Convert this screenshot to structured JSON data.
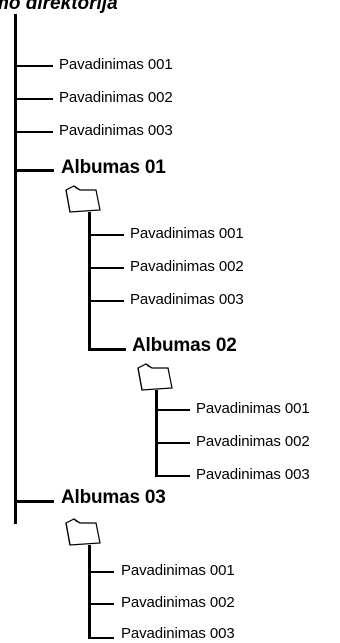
{
  "root": {
    "title": "mo direktorija",
    "icon": "root-folder"
  },
  "root_items": [
    "Pavadinimas 001",
    "Pavadinimas 002",
    "Pavadinimas 003"
  ],
  "album01": {
    "label": "Albumas 01",
    "icon": "folder-icon",
    "items": [
      "Pavadinimas 001",
      "Pavadinimas 002",
      "Pavadinimas 003"
    ],
    "subalbum": {
      "label": "Albumas 02",
      "icon": "folder-icon",
      "items": [
        "Pavadinimas 001",
        "Pavadinimas 002",
        "Pavadinimas 003"
      ]
    }
  },
  "album03": {
    "label": "Albumas 03",
    "icon": "folder-icon",
    "items": [
      "Pavadinimas 001",
      "Pavadinimas 002",
      "Pavadinimas 003"
    ]
  },
  "colors": {
    "line": "#000000",
    "background": "#ffffff"
  }
}
